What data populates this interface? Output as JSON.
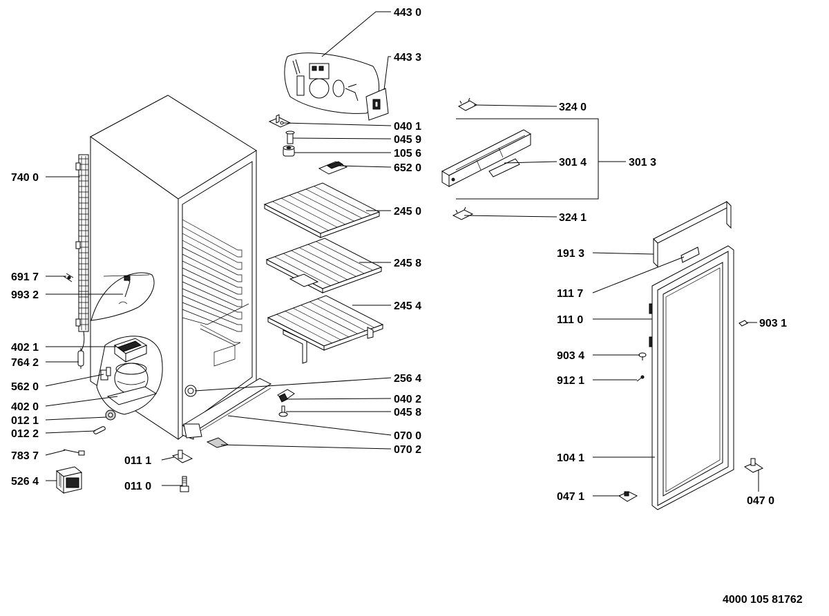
{
  "diagram": {
    "document_number": "4000 105 81762",
    "labels": [
      {
        "id": "l4430",
        "text": "443 0"
      },
      {
        "id": "l4433",
        "text": "443 3"
      },
      {
        "id": "l3240",
        "text": "324 0"
      },
      {
        "id": "l0401",
        "text": "040 1"
      },
      {
        "id": "l0459",
        "text": "045 9"
      },
      {
        "id": "l1056",
        "text": "105 6"
      },
      {
        "id": "l6520",
        "text": "652 0"
      },
      {
        "id": "l3014",
        "text": "301 4"
      },
      {
        "id": "l3013",
        "text": "301 3"
      },
      {
        "id": "l7400",
        "text": "740 0"
      },
      {
        "id": "l2450",
        "text": "245 0"
      },
      {
        "id": "l3241",
        "text": "324 1"
      },
      {
        "id": "l1913",
        "text": "191 3"
      },
      {
        "id": "l2458",
        "text": "245 8"
      },
      {
        "id": "l6917",
        "text": "691 7"
      },
      {
        "id": "l9932",
        "text": "993 2"
      },
      {
        "id": "l1117",
        "text": "111 7"
      },
      {
        "id": "l2454",
        "text": "245 4"
      },
      {
        "id": "l1110",
        "text": "111 0"
      },
      {
        "id": "l9031",
        "text": "903 1"
      },
      {
        "id": "l4021",
        "text": "402 1"
      },
      {
        "id": "l7642",
        "text": "764 2"
      },
      {
        "id": "l9034",
        "text": "903 4"
      },
      {
        "id": "l9121",
        "text": "912 1"
      },
      {
        "id": "l5620",
        "text": "562 0"
      },
      {
        "id": "l2564",
        "text": "256 4"
      },
      {
        "id": "l4020",
        "text": "402 0"
      },
      {
        "id": "l0402",
        "text": "040 2"
      },
      {
        "id": "l0458",
        "text": "045 8"
      },
      {
        "id": "l0121",
        "text": "012 1"
      },
      {
        "id": "l0122",
        "text": "012 2"
      },
      {
        "id": "l0700",
        "text": "070 0"
      },
      {
        "id": "l0702",
        "text": "070 2"
      },
      {
        "id": "l7837",
        "text": "783 7"
      },
      {
        "id": "l0111",
        "text": "011 1"
      },
      {
        "id": "l1041",
        "text": "104 1"
      },
      {
        "id": "l5264",
        "text": "526 4"
      },
      {
        "id": "l0110",
        "text": "011 0"
      },
      {
        "id": "l0471",
        "text": "047 1"
      },
      {
        "id": "l0470",
        "text": "047 0"
      }
    ]
  }
}
